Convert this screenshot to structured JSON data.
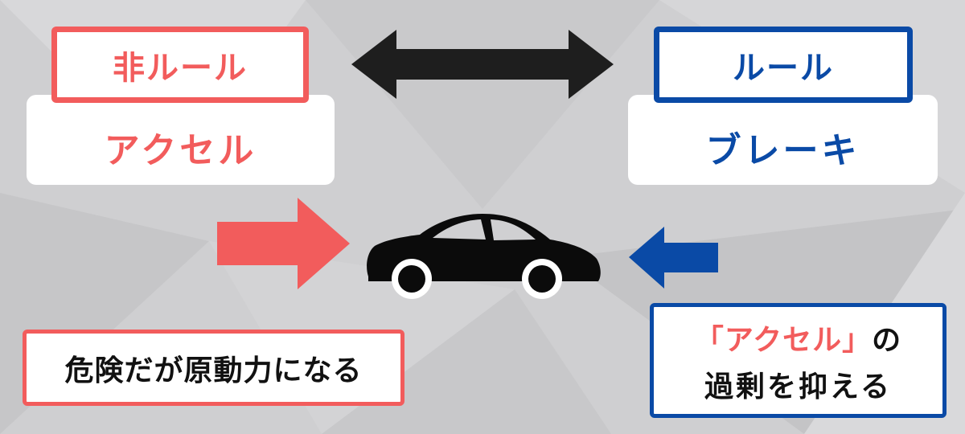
{
  "left": {
    "tag": "非ルール",
    "main": "アクセル"
  },
  "right": {
    "tag": "ルール",
    "main": "ブレーキ"
  },
  "note_left": "危険だが原動力になる",
  "note_right": {
    "quote": "「アクセル」",
    "line1_suffix": "の",
    "line2": "過剰を抑える"
  },
  "colors": {
    "red": "#f25c5c",
    "blue": "#0a4aa6",
    "dark": "#1e1e1e",
    "black": "#0b0b0b"
  },
  "icons": {
    "double_arrow": "double-arrow-icon",
    "right_arrow": "arrow-right-icon",
    "left_arrow": "arrow-left-icon",
    "car": "car-icon"
  }
}
